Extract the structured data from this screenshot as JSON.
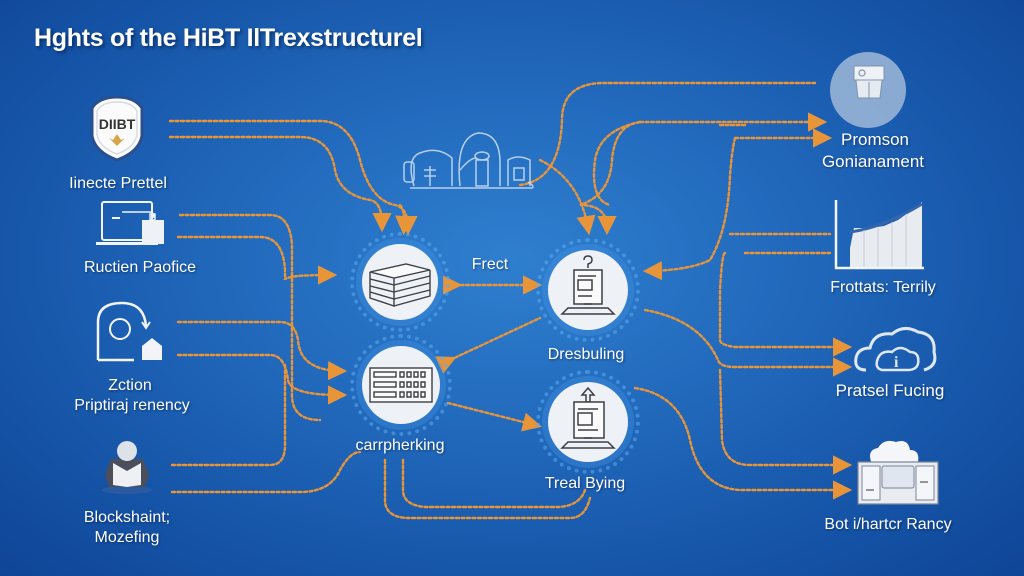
{
  "title": "Hghts of the HiBT IlTrexstructurel",
  "colors": {
    "background": "#1f63b6",
    "connector": "#e8953a",
    "node_fill": "#eef1f5",
    "text": "#ffffff"
  },
  "left_items": [
    {
      "id": "hibt-badge",
      "icon": "shield-badge-icon",
      "badge_text": "DIIBT",
      "label": "Iinecte Prettel"
    },
    {
      "id": "laptop",
      "icon": "laptop-document-icon",
      "label": "Ructien Paofice"
    },
    {
      "id": "cycle",
      "icon": "refresh-house-icon",
      "label_line1": "Zction",
      "label_line2": "Priptiraj renency"
    },
    {
      "id": "blockchain",
      "icon": "person-reading-icon",
      "label_line1": "Blockshaint;",
      "label_line2": "Mozefing"
    }
  ],
  "center_top_icon": "network-devices-sketch-icon",
  "center_nodes": [
    {
      "id": "server-stack",
      "icon": "server-stack-icon",
      "label": ""
    },
    {
      "id": "dashboard",
      "icon": "computer-monitor-icon",
      "label": "Dresbuling"
    },
    {
      "id": "rack",
      "icon": "server-rack-icon",
      "label": "carrpherking"
    },
    {
      "id": "trade",
      "icon": "computer-upload-icon",
      "label": "Treal Bying"
    }
  ],
  "center_edge_label": "Frect",
  "right_items": [
    {
      "id": "governance",
      "icon": "box-circle-icon",
      "label_line1": "Promson",
      "label_line2": "Gonianament"
    },
    {
      "id": "chart",
      "icon": "growth-chart-icon",
      "label": "Frottats: Terrily"
    },
    {
      "id": "cloud",
      "icon": "cloud-info-icon",
      "label": "Pratsel Fucing"
    },
    {
      "id": "datacenter",
      "icon": "cloud-server-icon",
      "label": "Bot i/hartcr Rancy"
    }
  ]
}
